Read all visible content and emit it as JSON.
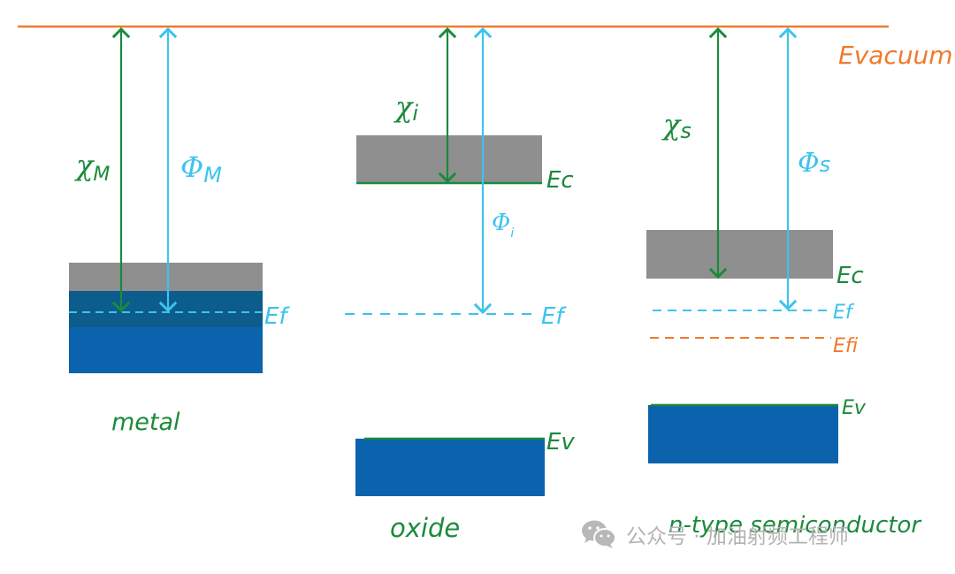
{
  "labels": {
    "evacuum": "Evacuum",
    "metal": "metal",
    "oxide": "oxide",
    "semiconductor": "n-type semiconductor",
    "chi_symbol": "χ",
    "phi_symbol": "Φ",
    "sub_M": "M",
    "sub_i": "i",
    "sub_s": "s",
    "ec_label": "Ec",
    "ev_label": "Ev",
    "ef_label": "Ef",
    "efi_label": "Efi"
  },
  "watermark": {
    "text": "公众号 · 加油射频工程师",
    "icon": "wechat-icon"
  },
  "colors": {
    "vacuum_line": "#f07a2c",
    "green": "#1b8a3c",
    "light_blue": "#3cc3ee",
    "gray_band": "#8f8f8f",
    "blue_band": "#0b63ad",
    "metal_overlap": "#0c5c8c",
    "orange_dash": "#f07a2c"
  }
}
